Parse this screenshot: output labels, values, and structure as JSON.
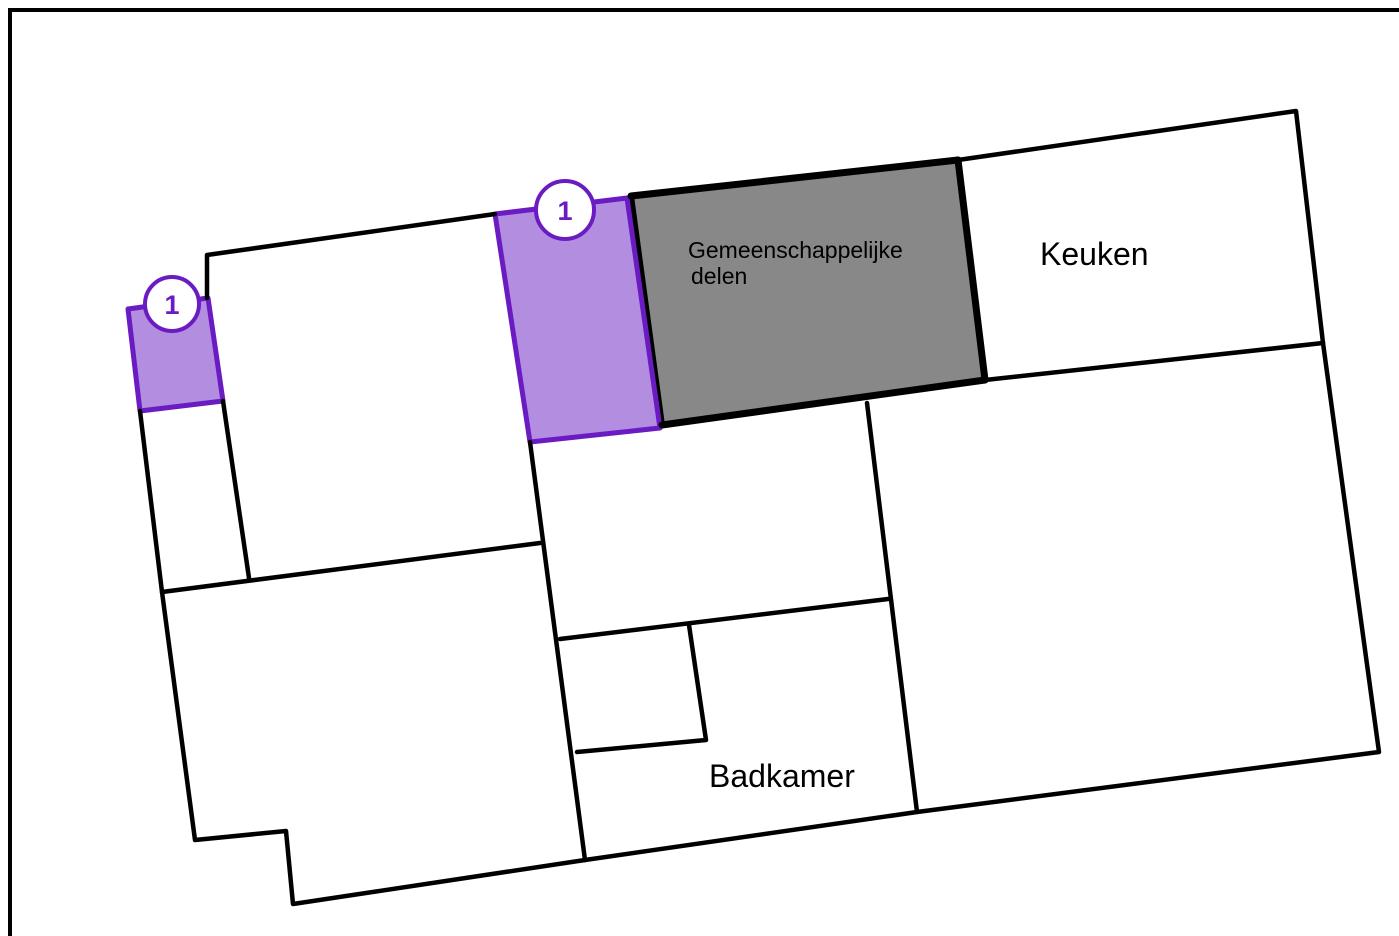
{
  "rooms": {
    "common_area": {
      "label_line1": "Gemeenschappelijke",
      "label_line2": "delen",
      "fill": "#888888"
    },
    "kitchen": {
      "label": "Keuken"
    },
    "bathroom": {
      "label": "Badkamer"
    }
  },
  "highlight": {
    "fill": "#b38de0",
    "stroke": "#6a1bc2",
    "marker_fill": "#ffffff",
    "marker_text_color": "#6a1bc2"
  },
  "markers": [
    {
      "label": "1"
    },
    {
      "label": "1"
    }
  ]
}
